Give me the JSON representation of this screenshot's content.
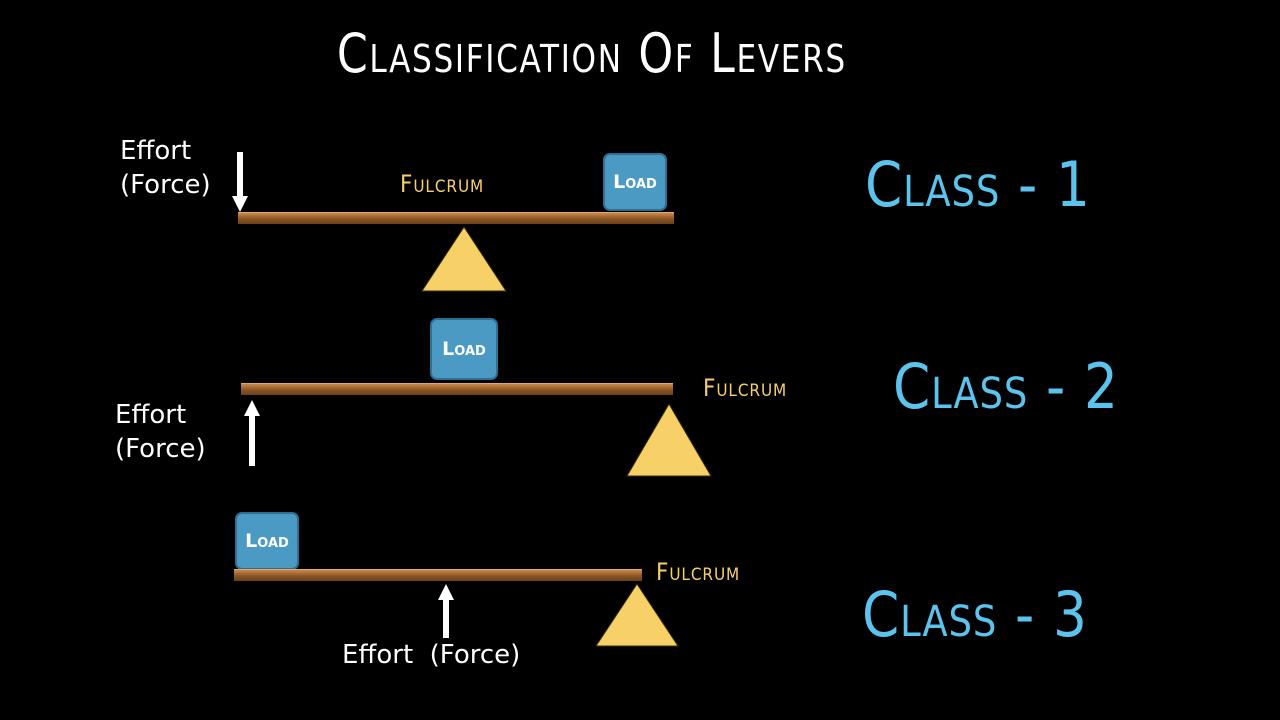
{
  "title": "Classification Of Levers",
  "colors": {
    "background": "#000000",
    "text": "#ffffff",
    "fulcrum_label": "#f7d168",
    "fulcrum_triangle": "#f7d168",
    "class_label": "#5bc3ec",
    "load_box": "#4b9ac4",
    "plank": "#8a5524"
  },
  "levers": [
    {
      "class_label": "Class - 1",
      "effort_line1": "Effort",
      "effort_line2": "(Force)",
      "fulcrum_label": "Fulcrum",
      "load_label": "Load",
      "effort_direction": "down"
    },
    {
      "class_label": "Class - 2",
      "effort_line1": "Effort",
      "effort_line2": "(Force)",
      "fulcrum_label": "Fulcrum",
      "load_label": "Load",
      "effort_direction": "up"
    },
    {
      "class_label": "Class - 3",
      "effort_label": "Effort  (Force)",
      "fulcrum_label": "Fulcrum",
      "load_label": "Load",
      "effort_direction": "up"
    }
  ]
}
